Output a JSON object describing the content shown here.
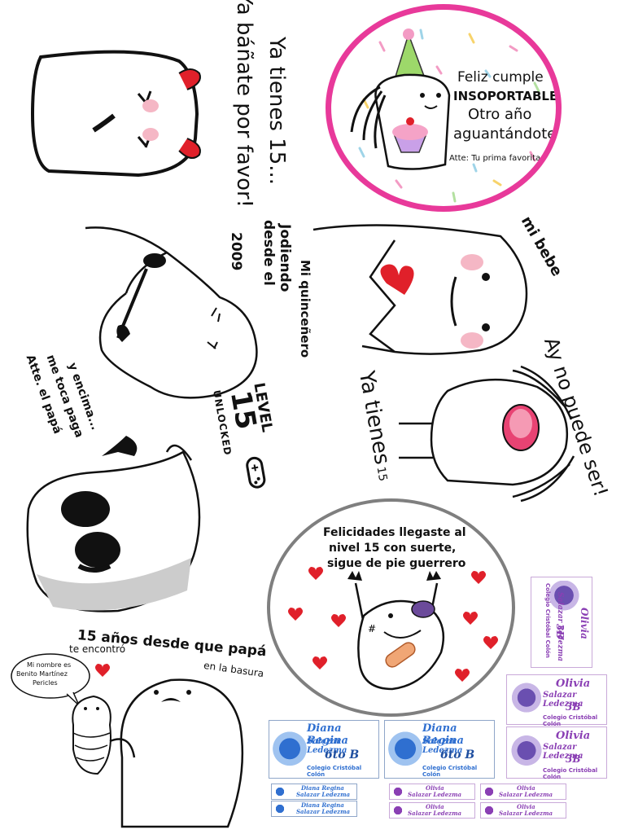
{
  "texts": {
    "ya_tienes_15": "Ya tienes 15...",
    "ya_banate": "¡Ya báñate por favor!",
    "jodiendo": "Jodiendo",
    "desde_el": "desde el",
    "year_2009": "2009",
    "mi_quinceanero": "Mi quinceñero",
    "y_encima": "y encima...",
    "me_toca_paga": "me toca paga",
    "atte_papa": "Atte. el papá",
    "level": "LEVEL",
    "level_num": "15",
    "unlocked": "UNLOCKED",
    "mi_bebe": "mi bebe",
    "ay_no_puede_ser": "Ay no puede ser!",
    "ya_tienes": "Ya tienes",
    "ya_tienes_num": "15",
    "quince_anos": "15 años desde que papá",
    "te_encontro": "te encontró",
    "en_la_basura": "en la basura",
    "bubble_line1": "Mi nombre es",
    "bubble_line2": "Benito Martínez",
    "bubble_line3": "Pericles"
  },
  "birthday_circle": {
    "line1": "Feliz cumple",
    "line2": "INSOPORTABLE",
    "line3": "Otro año",
    "line4": "aguantándote",
    "signature": "Atte: Tu prima favorita"
  },
  "level_circle": {
    "line1": "Felicidades llegaste al",
    "line2": "nivel  15 con suerte,",
    "line3": "sigue de pie guerrero"
  },
  "labels": {
    "diana": {
      "name": "Diana Regina",
      "surname": "Salazar Ledezma",
      "grade": "6to B",
      "school": "Colegio  Cristóbal Colón"
    },
    "olivia": {
      "name": "Olivia",
      "surname": "Salazar Ledezma",
      "grade": "3B",
      "school": "Colegio  Cristóbal Colón"
    }
  },
  "colors": {
    "pink_border": "#e8399a",
    "heart_red": "#e0202a",
    "blue_label": "#2f6fd0",
    "purple_label": "#8a3fb4",
    "teal": "#1e9f9a"
  }
}
